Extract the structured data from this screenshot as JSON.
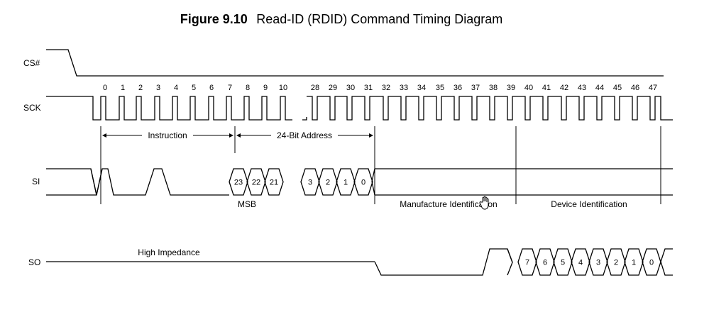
{
  "title": {
    "figure": "Figure 9.10",
    "caption": "Read-ID (RDID) Command Timing Diagram"
  },
  "signals": {
    "cs": "CS#",
    "sck": "SCK",
    "si": "SI",
    "so": "SO"
  },
  "clock_ticks": [
    "0",
    "1",
    "2",
    "3",
    "4",
    "5",
    "6",
    "7",
    "8",
    "9",
    "10",
    "28",
    "29",
    "30",
    "31",
    "32",
    "33",
    "34",
    "35",
    "36",
    "37",
    "38",
    "39",
    "40",
    "41",
    "42",
    "43",
    "44",
    "45",
    "46",
    "47"
  ],
  "labels": {
    "instruction": "Instruction",
    "address": "24-Bit Address",
    "msb": "MSB",
    "manufacture": "Manufacture Identification",
    "device": "Device Identification",
    "high_impedance": "High Impedance"
  },
  "si_address_bits": [
    "23",
    "22",
    "21",
    "3",
    "2",
    "1",
    "0"
  ],
  "so_data_bits": [
    "7",
    "6",
    "5",
    "4",
    "3",
    "2",
    "1",
    "0"
  ]
}
